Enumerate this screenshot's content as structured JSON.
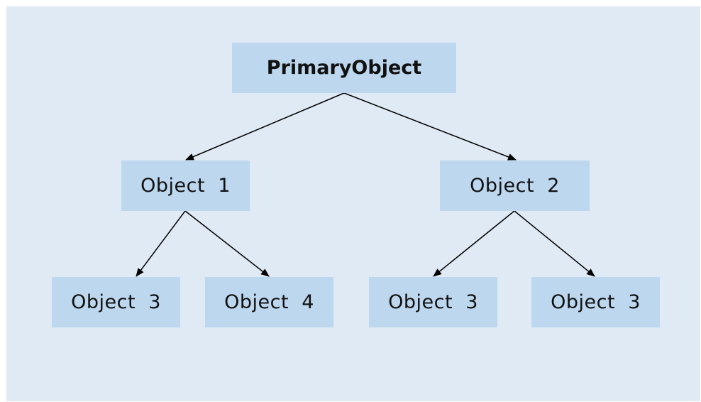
{
  "diagram": {
    "type": "tree",
    "colors": {
      "background": "#dfeaf5",
      "node_fill": "#bdd7ee",
      "edge": "#000000",
      "text": "#111111"
    },
    "nodes": [
      {
        "id": "root",
        "label": "PrimaryObject"
      },
      {
        "id": "obj1",
        "label": "Object  1"
      },
      {
        "id": "obj2",
        "label": "Object  2"
      },
      {
        "id": "obj3a",
        "label": "Object  3"
      },
      {
        "id": "obj4",
        "label": "Object  4"
      },
      {
        "id": "obj3b",
        "label": "Object  3"
      },
      {
        "id": "obj3c",
        "label": "Object  3"
      }
    ],
    "edges": [
      {
        "from": "root",
        "to": "obj1"
      },
      {
        "from": "root",
        "to": "obj2"
      },
      {
        "from": "obj1",
        "to": "obj3a"
      },
      {
        "from": "obj1",
        "to": "obj4"
      },
      {
        "from": "obj2",
        "to": "obj3b"
      },
      {
        "from": "obj2",
        "to": "obj3c"
      }
    ]
  }
}
